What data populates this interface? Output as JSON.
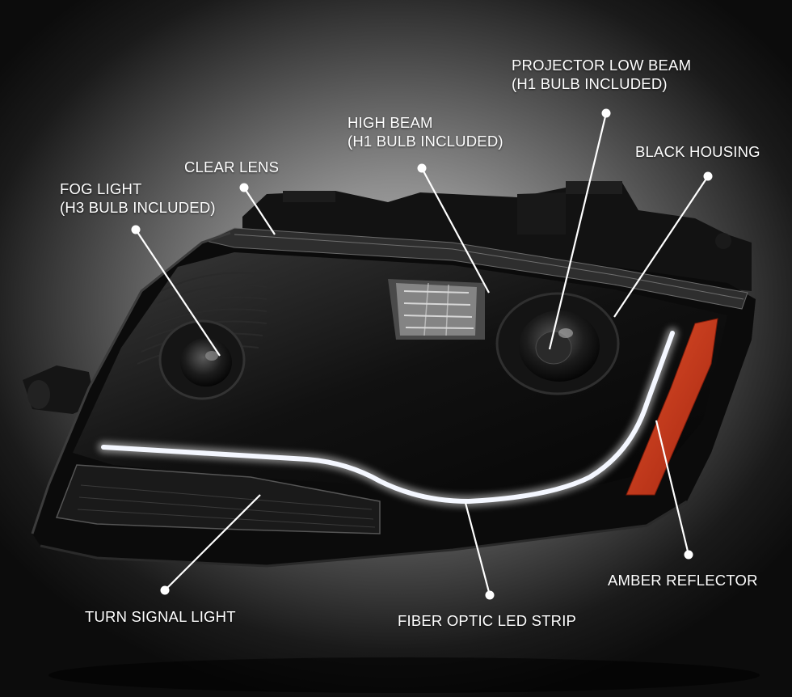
{
  "callouts": {
    "projector_low_beam": {
      "line1": "PROJECTOR LOW BEAM",
      "line2": "(H1 BULB INCLUDED)"
    },
    "high_beam": {
      "line1": "HIGH BEAM",
      "line2": "(H1 BULB INCLUDED)"
    },
    "black_housing": {
      "line1": "BLACK HOUSING"
    },
    "clear_lens": {
      "line1": "CLEAR LENS"
    },
    "fog_light": {
      "line1": "FOG LIGHT",
      "line2": "(H3 BULB INCLUDED)"
    },
    "amber_reflector": {
      "line1": "AMBER REFLECTOR"
    },
    "turn_signal_light": {
      "line1": "TURN SIGNAL LIGHT"
    },
    "fiber_optic_led_strip": {
      "line1": "FIBER OPTIC LED STRIP"
    }
  },
  "colors": {
    "label_text": "#ffffff",
    "leader_line": "#ffffff",
    "housing": "#0d0d0d",
    "amber_reflector": "#c8321a",
    "led_strip": "#f4f7ff"
  }
}
